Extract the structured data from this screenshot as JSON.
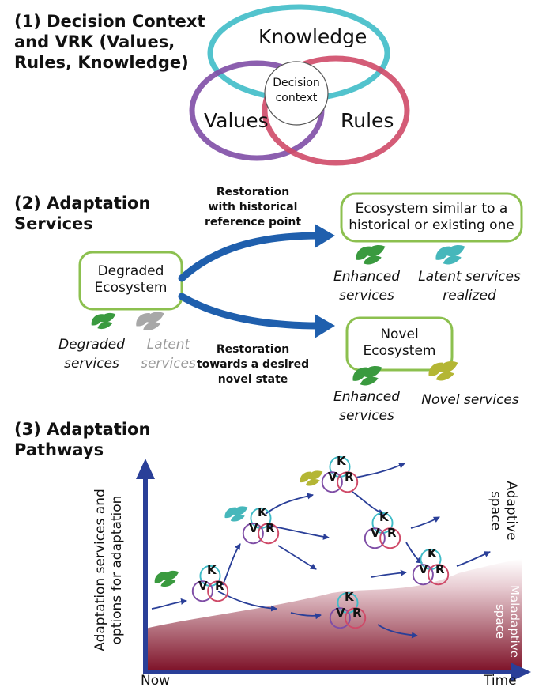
{
  "section1": {
    "title_line1": "(1) Decision Context",
    "title_line2": "and VRK (Values,",
    "title_line3": "Rules, Knowledge)",
    "knowledge": "Knowledge",
    "values": "Values",
    "rules": "Rules",
    "decision_line1": "Decision",
    "decision_line2": "context"
  },
  "section2": {
    "title_line1": "(2) Adaptation",
    "title_line2": "Services",
    "degraded_line1": "Degraded",
    "degraded_line2": "Ecosystem",
    "degraded_services_line1": "Degraded",
    "degraded_services_line2": "services",
    "latent_services_line1": "Latent",
    "latent_services_line2": "services",
    "restoration_hist_line1": "Restoration",
    "restoration_hist_line2": "with historical",
    "restoration_hist_line3": "reference point",
    "restoration_novel_line1": "Restoration",
    "restoration_novel_line2": "towards a desired",
    "restoration_novel_line3": "novel state",
    "similar_line1": "Ecosystem similar to a",
    "similar_line2": "historical or existing one",
    "enhanced1_line1": "Enhanced",
    "enhanced1_line2": "services",
    "latent_realized_line1": "Latent services",
    "latent_realized_line2": "realized",
    "novel_eco_line1": "Novel",
    "novel_eco_line2": "Ecosystem",
    "enhanced2_line1": "Enhanced",
    "enhanced2_line2": "services",
    "novel_services": "Novel services"
  },
  "section3": {
    "title_line1": "(3) Adaptation",
    "title_line2": "Pathways",
    "y_axis_line1": "Adaptation services and",
    "y_axis_line2": "options for adaptation",
    "x_now": "Now",
    "x_time": "Time",
    "adaptive_space": "Adaptive space",
    "maladaptive_line1": "Maladaptive",
    "maladaptive_line2": "space",
    "vrk_k": "K",
    "vrk_v": "V",
    "vrk_r": "R"
  },
  "colors": {
    "knowledge": "#3fbcc8",
    "values": "#7f4ea6",
    "rules": "#cf4a68",
    "frame_green": "#8cc04f",
    "arrow_blue": "#1f5fad",
    "axis_blue": "#2a3f98",
    "leaf_green": "#3a9a3f",
    "leaf_teal": "#46b7bb",
    "leaf_gray": "#a8a8a8",
    "leaf_olive": "#b4b634",
    "maladaptive": "#7d1026"
  },
  "icons": [
    "leaf-cluster-icon"
  ]
}
